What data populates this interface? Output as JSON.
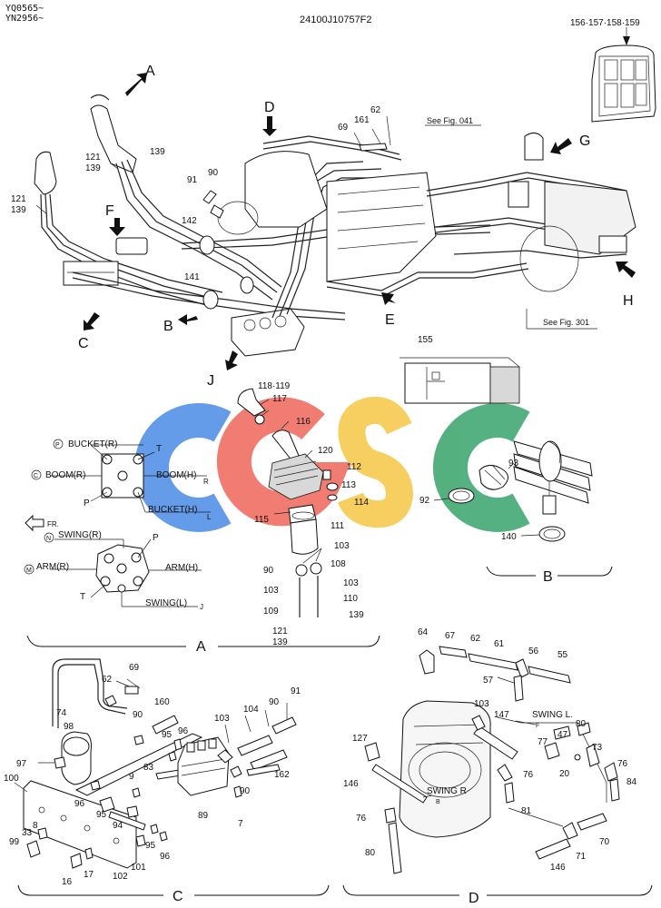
{
  "header": {
    "serial_line_1": "YQ0565~",
    "serial_line_2": "YN2956~",
    "drawing_number": "24100J10757F2",
    "top_right_refs": "156·157·158·159"
  },
  "watermark": {
    "text": "CGSC",
    "colors": [
      "#4f8fe6",
      "#ef6b5f",
      "#f6c94b",
      "#3ea66f"
    ]
  },
  "view_arrows": [
    "A",
    "B",
    "C",
    "D",
    "E",
    "F",
    "G",
    "H",
    "J"
  ],
  "notes": {
    "see_fig_041": "See Fig. 041",
    "see_fig_301": "See Fig. 301"
  },
  "main_callouts": [
    "121",
    "139",
    "121",
    "139",
    "91",
    "90",
    "142",
    "141",
    "69",
    "161",
    "62",
    "155"
  ],
  "detail_a": {
    "label": "A",
    "upper_pattern": {
      "bucket_r": "BUCKET(R)",
      "boom_r": "BOOM(R)",
      "boom_h": "BOOM(H)",
      "bucket_h": "BUCKET(H)",
      "t": "T",
      "p": "P",
      "mark_p": "P",
      "mark_c": "C",
      "mark_r": "R",
      "mark_l": "L"
    },
    "fr_label": "FR.",
    "lower_pattern": {
      "swing_r": "SWING(R)",
      "arm_r": "ARM(R)",
      "arm_h": "ARM(H)",
      "swing_l": "SWING(L)",
      "p": "P",
      "t": "T",
      "mark_n": "N",
      "mark_m": "M",
      "mark_j": "J"
    },
    "callouts": {
      "c118_119": "118·119",
      "c117": "117",
      "c116": "116",
      "c120": "120",
      "c112": "112",
      "c113": "113",
      "c114": "114",
      "c115": "115",
      "c111": "111",
      "c103a": "103",
      "c108": "108",
      "c90": "90",
      "c103b": "103",
      "c103c": "103",
      "c109": "109",
      "c110": "110",
      "c139": "139",
      "c121": "121",
      "c139b": "139"
    }
  },
  "detail_b": {
    "label": "B",
    "callouts": {
      "c93": "93",
      "c92": "92",
      "c140": "140"
    }
  },
  "detail_c": {
    "label": "C",
    "callouts": {
      "c69": "69",
      "c62": "62",
      "c74": "74",
      "c98": "98",
      "c97": "97",
      "c100": "100",
      "c90a": "90",
      "c160": "160",
      "c95a": "95",
      "c96a": "96",
      "c103": "103",
      "c104": "104",
      "c90b": "90",
      "c91": "91",
      "c83": "83",
      "c9": "9",
      "c96b": "96",
      "c95b": "95",
      "c94": "94",
      "c89": "89",
      "c90c": "90",
      "c162": "162",
      "c7": "7",
      "c33": "33",
      "c8": "8",
      "c99": "99",
      "c16": "16",
      "c17": "17",
      "c102": "102",
      "c101": "101",
      "c95c": "95",
      "c96c": "96"
    }
  },
  "detail_d": {
    "label": "D",
    "swing_l": "SWING L.",
    "swing_l_sub": "F",
    "swing_r": "SWING R",
    "swing_r_sub": "B",
    "callouts": {
      "c64": "64",
      "c67": "67",
      "c62": "62",
      "c61": "61",
      "c56": "56",
      "c55": "55",
      "c57": "57",
      "c103": "103",
      "c147": "147",
      "c80a": "80",
      "c47": "47",
      "c77": "77",
      "c73": "73",
      "c76a": "76",
      "c20": "20",
      "c84": "84",
      "c127": "127",
      "c146a": "146",
      "c76b": "76",
      "c81": "81",
      "c76c": "76",
      "c80b": "80",
      "c70": "70",
      "c71": "71",
      "c146b": "146"
    }
  }
}
